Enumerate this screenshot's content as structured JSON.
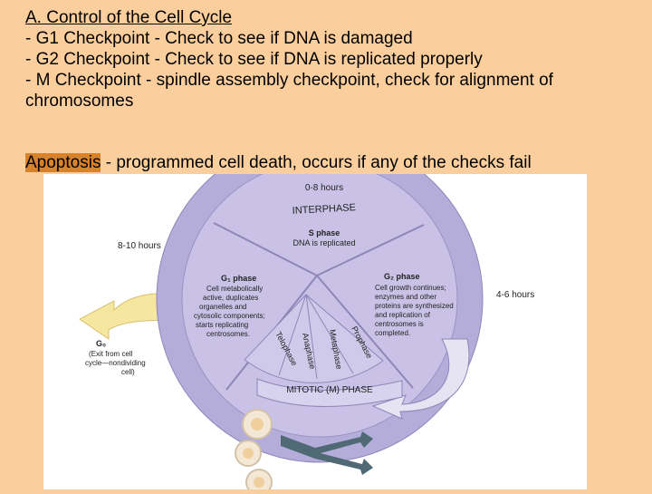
{
  "slide": {
    "heading": "A. Control of the Cell Cycle",
    "bullets": [
      "- G1 Checkpoint - Check to see if DNA is damaged",
      "- G2 Checkpoint - Check to see if DNA is replicated properly",
      "- M Checkpoint - spindle assembly checkpoint, check for alignment of chromosomes"
    ],
    "apoptosis_term": "Apoptosis",
    "apoptosis_definition": " - programmed cell death, occurs if any of the checks fail"
  },
  "diagram": {
    "interphase_duration": "0-8 hours",
    "interphase_label": "INTERPHASE",
    "s_phase_title": "S phase",
    "s_phase_desc": "DNA is replicated",
    "g1_duration": "8-10 hours",
    "g1_title": "G₁ phase",
    "g1_desc": [
      "Cell metabolically",
      "active, duplicates",
      "organelles and",
      "cytosolic components;",
      "starts replicating",
      "centrosomes."
    ],
    "g2_duration": "4-6 hours",
    "g2_title": "G₂ phase",
    "g2_desc": [
      "Cell growth continues;",
      "enzymes and other",
      "proteins are synthesized",
      "and replication of",
      "centrosomes is",
      "completed."
    ],
    "g0_title": "G₀",
    "g0_desc": [
      "(Exit from cell",
      "cycle—nondividing",
      "cell)"
    ],
    "mitotic_label": "MITOTIC (M) PHASE",
    "mitosis_stages": [
      "Telophase",
      "Anaphase",
      "Metaphase",
      "Prophase"
    ],
    "colors": {
      "background": "#fbcf9d",
      "highlight": "#d7832d",
      "disc": "#c9c2e6",
      "ring": "#b5add9",
      "arrow": "#f6e7a0",
      "wedge": "#cfcaea",
      "daughter_arrow": "#4f6a75"
    }
  }
}
